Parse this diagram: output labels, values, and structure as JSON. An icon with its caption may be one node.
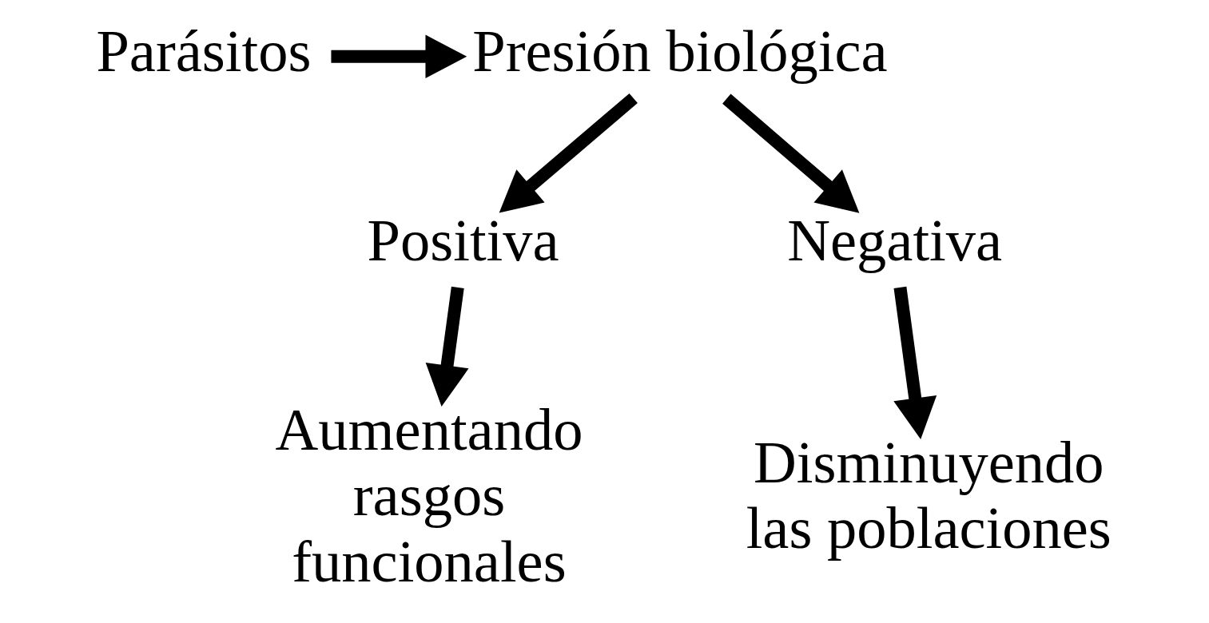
{
  "diagram": {
    "nodes": [
      {
        "text": [
          "Parásitos"
        ]
      },
      {
        "text": [
          "Presión biológica"
        ]
      },
      {
        "text": [
          "Positiva"
        ]
      },
      {
        "text": [
          "Negativa"
        ]
      },
      {
        "text": [
          "Aumentando rasgos funcionales"
        ]
      },
      {
        "text": [
          "Disminuyendo las poblaciones"
        ]
      }
    ],
    "edges": [
      {
        "from": 0,
        "to": 1,
        "arrow": "to"
      },
      {
        "from": 1,
        "to": 2,
        "arrow": "to"
      },
      {
        "from": 1,
        "to": 3,
        "arrow": "to"
      },
      {
        "from": 2,
        "to": 4,
        "arrow": "to"
      },
      {
        "from": 3,
        "to": 5,
        "arrow": "to"
      }
    ]
  }
}
